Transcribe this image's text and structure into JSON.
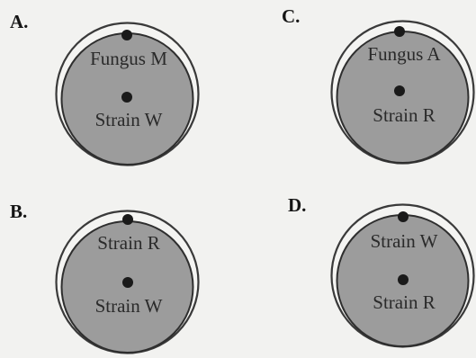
{
  "panels": {
    "a": {
      "letter": "A.",
      "top_label": "Fungus M",
      "bottom_label": "Strain W"
    },
    "b": {
      "letter": "B.",
      "top_label": "Strain R",
      "bottom_label": "Strain W"
    },
    "c": {
      "letter": "C.",
      "top_label": "Fungus A",
      "bottom_label": "Strain R"
    },
    "d": {
      "letter": "D.",
      "top_label": "Strain W",
      "bottom_label": "Strain R"
    }
  },
  "colors": {
    "agar": "#9c9c9c",
    "plate_rim": "#3a3a3a",
    "lid": "#f4f4f2",
    "dot": "#1a1a1a",
    "background": "#f2f2f0"
  }
}
